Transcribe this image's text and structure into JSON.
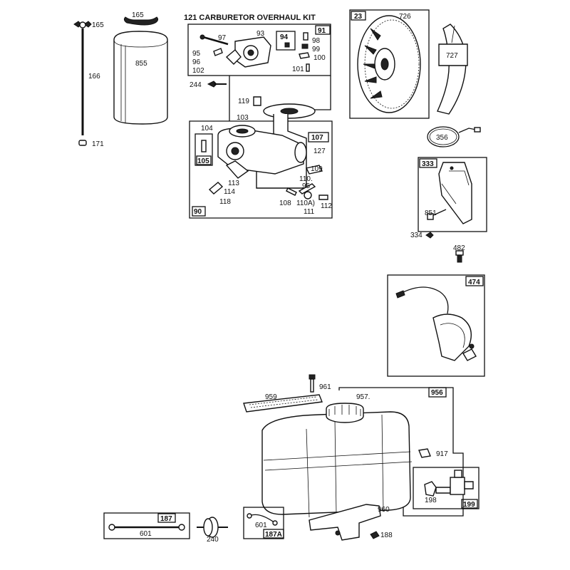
{
  "kit_title": "121 CARBURETOR OVERHAUL KIT",
  "labels": {
    "l165a": "165",
    "l165b": "165",
    "l166": "166",
    "l171": "171",
    "l855": "855",
    "l97": "97",
    "l93": "93",
    "l94": "94",
    "l91": "91",
    "l95a": "95",
    "l96": "96",
    "l102": "102",
    "l98": "98",
    "l99": "99",
    "l100": "100",
    "l101": "101",
    "l244": "244",
    "l119": "119",
    "l103": "103",
    "l104": "104",
    "l107": "107",
    "l127": "127",
    "l105": "105",
    "l109": "109",
    "l110": "110.",
    "l95b": "95",
    "l113": "113",
    "l114": "114",
    "l118": "118",
    "l108": "108",
    "l110a": "110A)",
    "l111": "111",
    "l112": "112",
    "l90": "90",
    "l23": "23",
    "l726": "726",
    "l727": "727",
    "l356": "356",
    "l333": "333",
    "l851": "851",
    "l334": "334",
    "l482": "482",
    "l474": "474",
    "l961": "961",
    "l959": "959",
    "l957": "957.",
    "l956": "956",
    "l917": "917",
    "l198": "198",
    "l199": "199",
    "l960": "960",
    "l188": "188",
    "l187": "187",
    "l601a": "601",
    "l240": "240",
    "l601b": "601",
    "l187a": "187A"
  }
}
